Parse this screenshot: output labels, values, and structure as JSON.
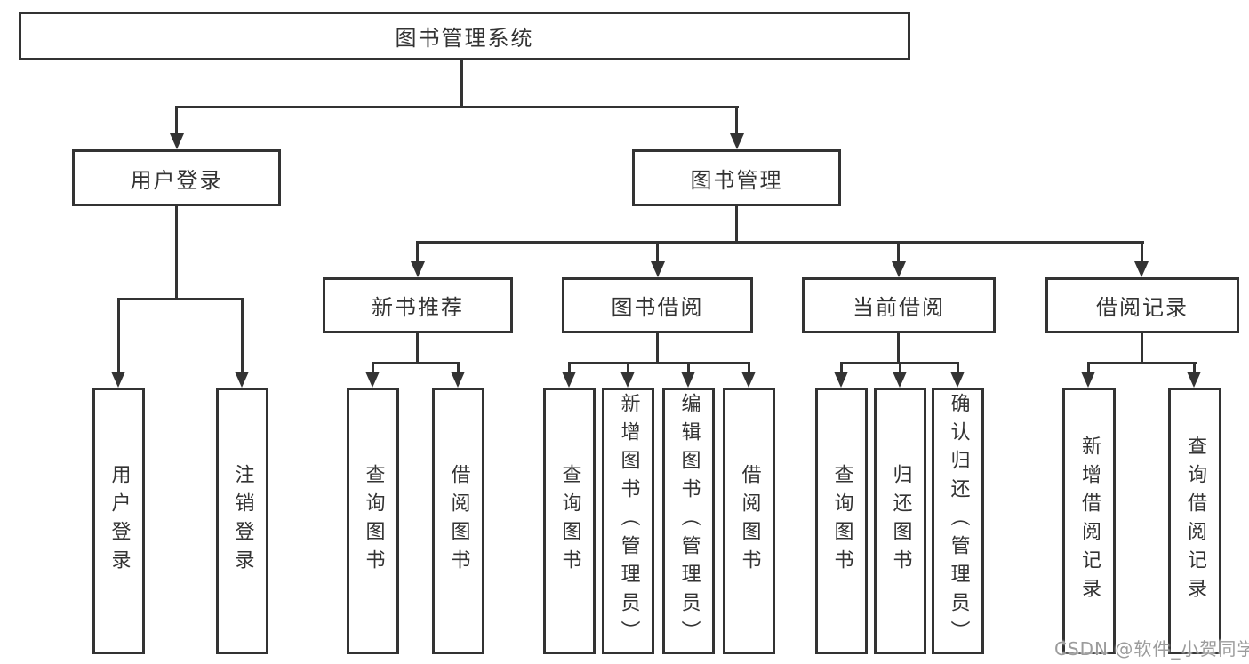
{
  "diagram": {
    "root": {
      "label": "图书管理系统"
    },
    "level2": [
      {
        "label": "用户登录"
      },
      {
        "label": "图书管理"
      }
    ],
    "level3": [
      {
        "label": "新书推荐"
      },
      {
        "label": "图书借阅"
      },
      {
        "label": "当前借阅"
      },
      {
        "label": "借阅记录"
      }
    ],
    "leaves": {
      "user_login": [
        {
          "label": "用户登录"
        },
        {
          "label": "注销登录"
        }
      ],
      "new_book": [
        {
          "label": "查询图书"
        },
        {
          "label": "借阅图书"
        }
      ],
      "book_borrow": [
        {
          "label": "查询图书"
        },
        {
          "label": "新增图书（管理员）"
        },
        {
          "label": "编辑图书（管理员）"
        },
        {
          "label": "借阅图书"
        }
      ],
      "current_borrow": [
        {
          "label": "查询图书"
        },
        {
          "label": "归还图书"
        },
        {
          "label": "确认归还（管理员）"
        }
      ],
      "borrow_record": [
        {
          "label": "新增借阅记录"
        },
        {
          "label": "查询借阅记录"
        }
      ]
    }
  },
  "watermark": {
    "text": "CSDN @软件_小贺同学"
  },
  "colors": {
    "line": "#333333",
    "text": "#333333",
    "background": "#ffffff",
    "watermark": "#9c9c9c"
  }
}
